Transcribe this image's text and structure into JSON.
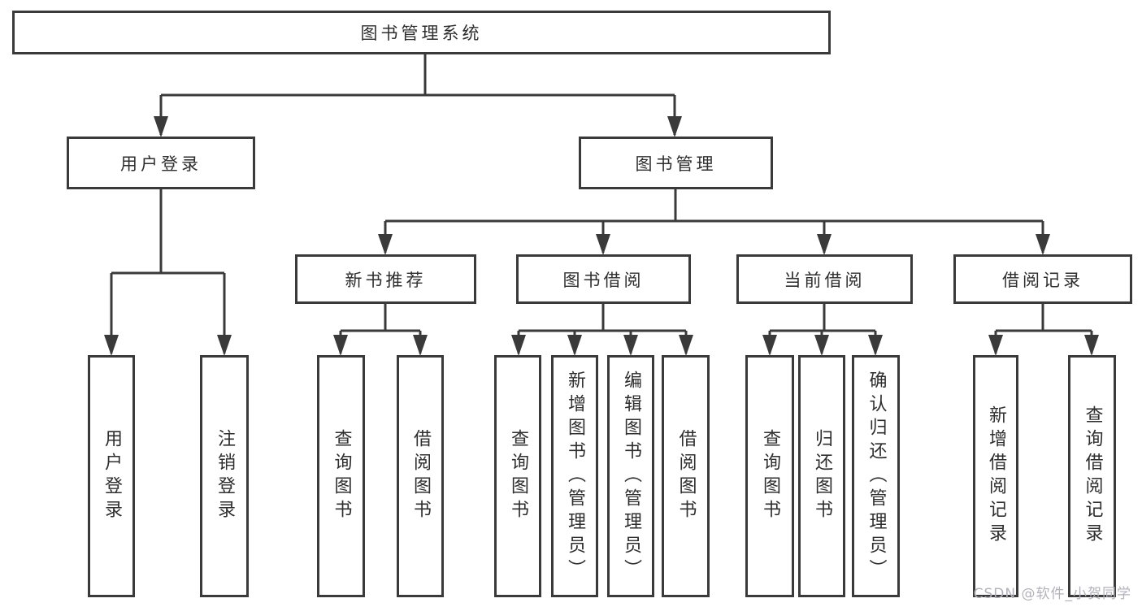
{
  "diagram": {
    "root": {
      "label": "图书管理系统"
    },
    "branches": [
      {
        "label": "用户登录",
        "children": [
          {
            "label": "用户登录"
          },
          {
            "label": "注销登录"
          }
        ]
      },
      {
        "label": "图书管理",
        "groups": [
          {
            "label": "新书推荐",
            "children": [
              {
                "label": "查询图书"
              },
              {
                "label": "借阅图书"
              }
            ]
          },
          {
            "label": "图书借阅",
            "children": [
              {
                "label": "查询图书"
              },
              {
                "label": "新增图书（管理员）"
              },
              {
                "label": "编辑图书（管理员）"
              },
              {
                "label": "借阅图书"
              }
            ]
          },
          {
            "label": "当前借阅",
            "children": [
              {
                "label": "查询图书"
              },
              {
                "label": "归还图书"
              },
              {
                "label": "确认归还（管理员）"
              }
            ]
          },
          {
            "label": "借阅记录",
            "children": [
              {
                "label": "新增借阅记录"
              },
              {
                "label": "查询借阅记录"
              }
            ]
          }
        ]
      }
    ]
  },
  "watermark": {
    "text": "CSDN @软件_小贺同学"
  },
  "colors": {
    "line": "#3a3a3a",
    "text": "#2e2e2e",
    "watermark": "#b2b2bc",
    "background": "#ffffff"
  }
}
